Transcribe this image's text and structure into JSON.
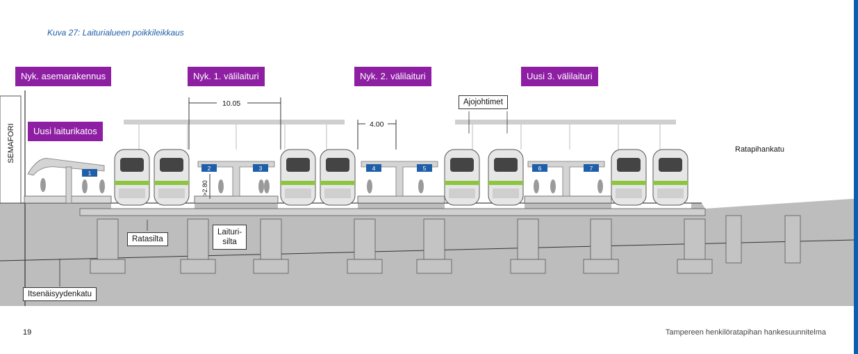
{
  "caption": "Kuva 27: Laiturialueen poikkileikkaus",
  "tags": {
    "station_building": "Nyk. asemarakennus",
    "platform_1": "Nyk. 1. välilaituri",
    "platform_2": "Nyk. 2. välilaituri",
    "platform_3": "Uusi 3. välilaituri",
    "roof": "Uusi laiturikatos"
  },
  "labels": {
    "semafori": "SEMAFORI",
    "ajojohtimet": "Ajojohtimet",
    "ratapihankatu": "Ratapihankatu",
    "ratasilta": "Ratasilta",
    "laiturisilta_1": "Laituri-",
    "laiturisilta_2": "silta",
    "itsenaisyydenkatu": "Itsenäisyydenkatu",
    "dim_width": "10.05",
    "dim_gap": "4.00",
    "dim_height": ">2.80"
  },
  "tracks": [
    "1",
    "2",
    "3",
    "4",
    "5",
    "6",
    "7"
  ],
  "colors": {
    "tag_bg": "#8e1fa3",
    "sign_bg": "#1f5ea8",
    "train_stripe": "#8cc63f",
    "ground": "#bdbdbd",
    "caption": "#1f5ea8"
  },
  "footer": {
    "page": "19",
    "title": "Tampereen henkilöratapihan hankesuunnitelma"
  }
}
